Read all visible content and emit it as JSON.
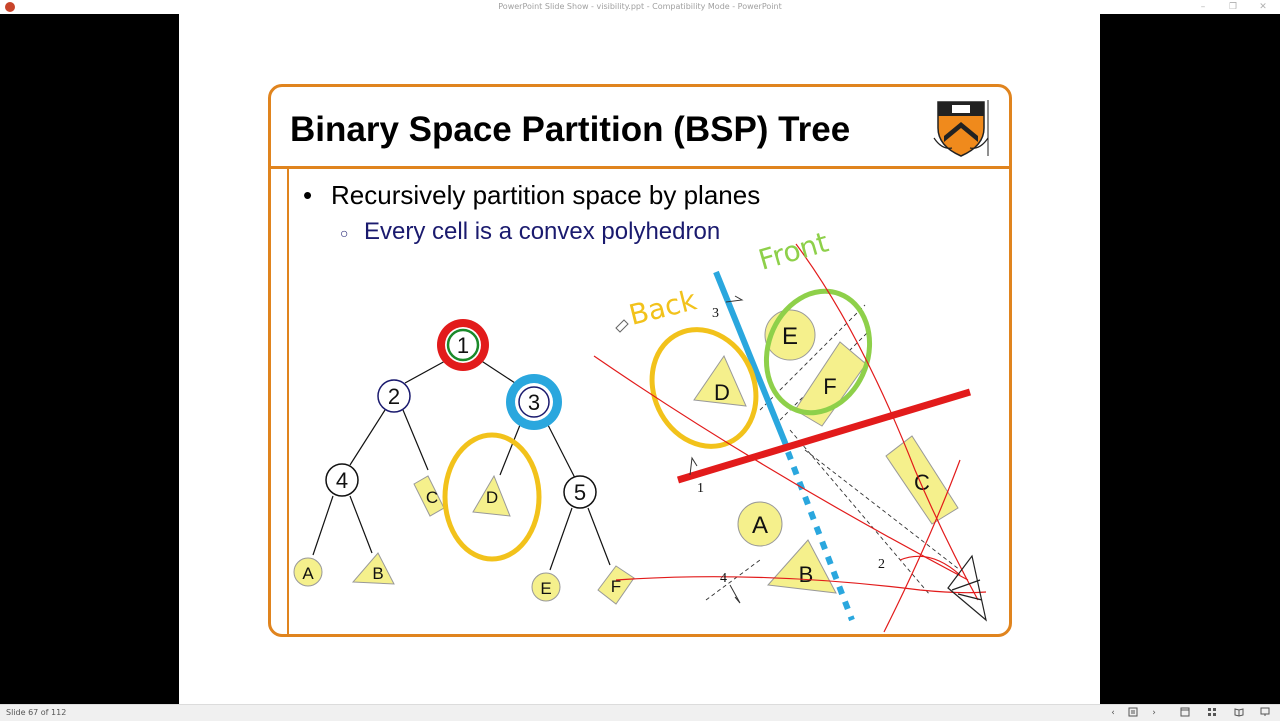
{
  "window": {
    "title": "PowerPoint Slide Show  -  visibility.ppt  -  Compatibility Mode - PowerPoint",
    "minimize": "–",
    "restore": "❐",
    "close": "✕"
  },
  "slide": {
    "title": "Binary Space Partition (BSP) Tree",
    "bullet1": "Recursively partition space by planes",
    "bullet2": "Every cell is a convex polyhedron",
    "bullet1_glyph": "•",
    "bullet2_glyph": "○"
  },
  "tree": {
    "nodes": [
      "1",
      "2",
      "3",
      "4",
      "5"
    ],
    "leaves": [
      "A",
      "B",
      "C",
      "D",
      "E",
      "F"
    ]
  },
  "scene": {
    "objects": [
      "A",
      "B",
      "C",
      "D",
      "E",
      "F"
    ],
    "plane_labels": [
      "1",
      "2",
      "3",
      "4"
    ],
    "annotation_back": "Back",
    "annotation_front": "Front"
  },
  "colors": {
    "frame": "#e0841e",
    "red": "#e21b1b",
    "blue": "#2aa7de",
    "yellow_ink": "#f2c21b",
    "green": "#8ed04a",
    "shape_fill": "#f5f08c"
  },
  "statusbar": {
    "slide_info": "Slide 67 of 112",
    "prev": "‹",
    "next": "›"
  }
}
